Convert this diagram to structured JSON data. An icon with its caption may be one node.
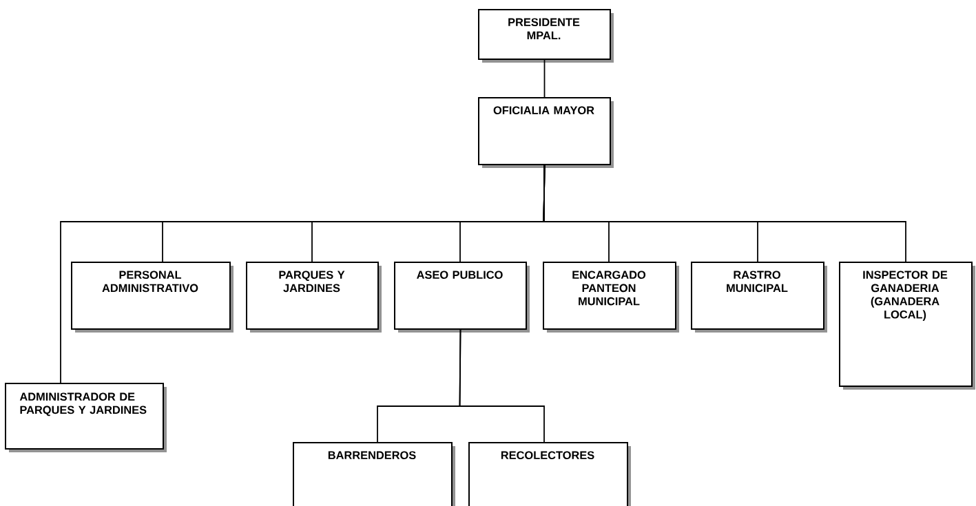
{
  "diagram": {
    "nodes": [
      {
        "text": [
          "PRESIDENTE MPAL."
        ]
      },
      {
        "text": [
          "OFICIALIA MAYOR"
        ]
      },
      {
        "text": [
          "PERSONAL ADMINISTRATIVO"
        ]
      },
      {
        "text": [
          "PARQUES Y JARDINES"
        ]
      },
      {
        "text": [
          "ASEO PUBLICO"
        ]
      },
      {
        "text": [
          "ENCARGADO PANTEON MUNICIPAL"
        ]
      },
      {
        "text": [
          "RASTRO MUNICIPAL"
        ]
      },
      {
        "text": [
          "INSPECTOR DE GANADERIA (GANADERA LOCAL)"
        ]
      },
      {
        "text": [
          "ADMINISTRADOR DE PARQUES Y JARDINES"
        ]
      },
      {
        "text": [
          "BARRENDEROS"
        ]
      },
      {
        "text": [
          "RECOLECTORES"
        ]
      }
    ],
    "edges": [
      {
        "from": 0,
        "to": 1,
        "arrow": "none"
      },
      {
        "from": 1,
        "to": 8,
        "arrow": "none"
      },
      {
        "from": 1,
        "to": 2,
        "arrow": "none"
      },
      {
        "from": 1,
        "to": 3,
        "arrow": "none"
      },
      {
        "from": 1,
        "to": 4,
        "arrow": "none"
      },
      {
        "from": 1,
        "to": 5,
        "arrow": "none"
      },
      {
        "from": 1,
        "to": 6,
        "arrow": "none"
      },
      {
        "from": 1,
        "to": 7,
        "arrow": "none"
      },
      {
        "from": 4,
        "to": 9,
        "arrow": "none"
      },
      {
        "from": 4,
        "to": 10,
        "arrow": "none"
      }
    ]
  }
}
